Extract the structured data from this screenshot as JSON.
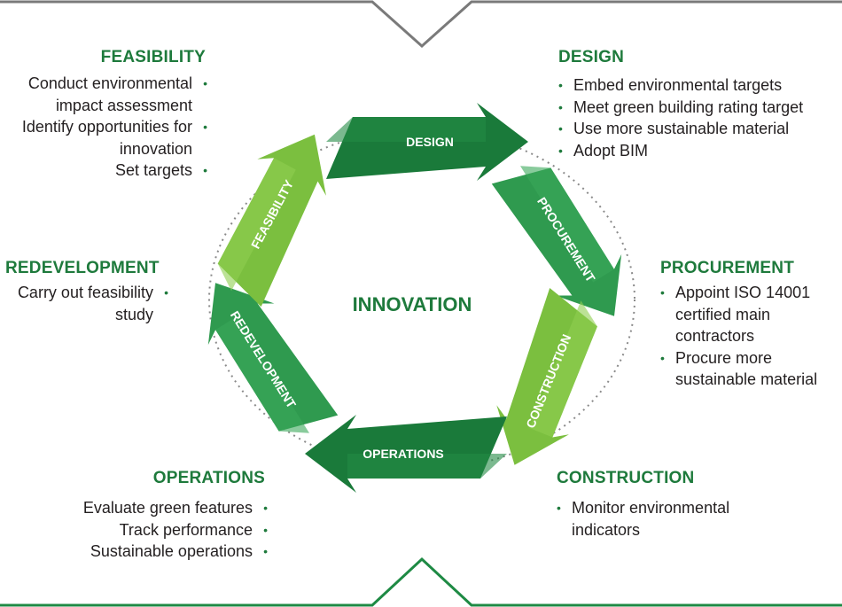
{
  "center": {
    "label": "INNOVATION"
  },
  "arrows": {
    "design": "DESIGN",
    "procurement": "PROCUREMENT",
    "construction": "CONSTRUCTION",
    "operations": "OPERATIONS",
    "redevelopment": "REDEVELOPMENT",
    "feasibility": "FEASIBILITY"
  },
  "sections": {
    "feasibility": {
      "title": "FEASIBILITY",
      "items": [
        "Conduct environmental impact assessment",
        "Identify opportunities for innovation",
        "Set targets"
      ]
    },
    "design": {
      "title": "DESIGN",
      "items": [
        "Embed environmental targets",
        "Meet green building rating target",
        "Use more sustainable material",
        "Adopt BIM"
      ]
    },
    "procurement": {
      "title": "PROCUREMENT",
      "items": [
        "Appoint ISO 14001 certified main contractors",
        "Procure more sustainable material"
      ]
    },
    "construction": {
      "title": "CONSTRUCTION",
      "items": [
        "Monitor environmental indicators"
      ]
    },
    "operations": {
      "title": "OPERATIONS",
      "items": [
        "Evaluate green features",
        "Track performance",
        "Sustainable operations"
      ]
    },
    "redevelopment": {
      "title": "REDEVELOPMENT",
      "items": [
        "Carry out feasibility study"
      ]
    }
  },
  "colors": {
    "dark_green": "#1a7a3a",
    "mid_green": "#2f9a4f",
    "light_green": "#7bbf3f",
    "heading_green": "#1e7a3c",
    "top_rule": "#7a7a7a",
    "bottom_rule": "#1e8a44"
  }
}
